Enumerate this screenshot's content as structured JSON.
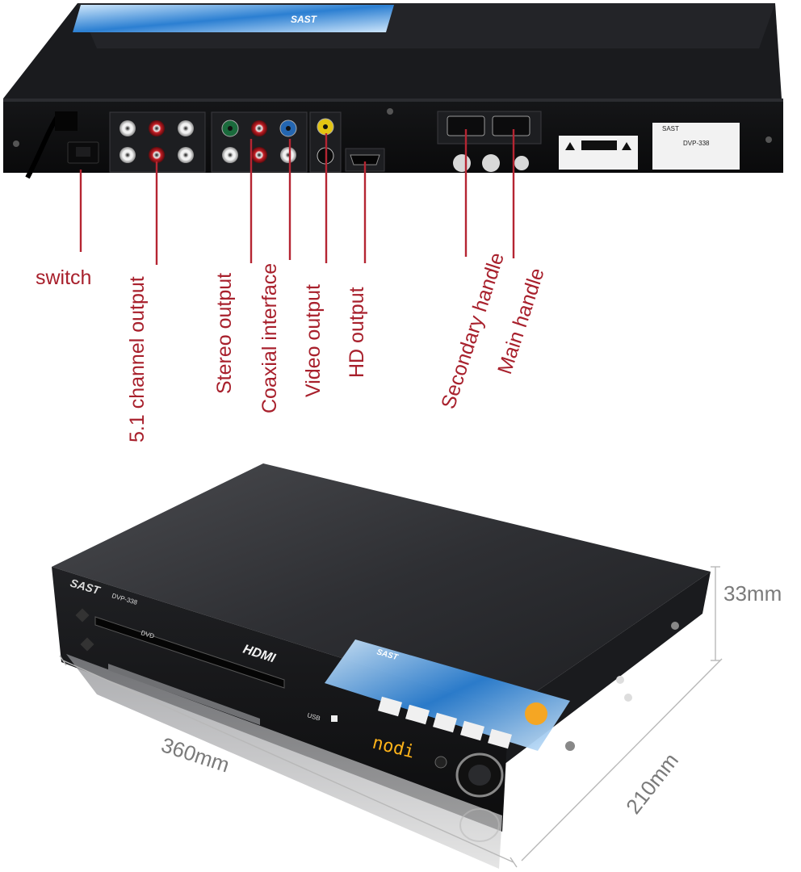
{
  "labels": {
    "switch": "switch",
    "channel_51": "5.1 channel output",
    "stereo": "Stereo output",
    "coaxial": "Coaxial interface",
    "video": "Video output",
    "hd": "HD output",
    "secondary": "Secondary handle",
    "main": "Main handle"
  },
  "dimensions": {
    "height": "33mm",
    "width": "360mm",
    "depth": "210mm"
  },
  "device": {
    "brand": "SAST",
    "model": "DVP-338",
    "front_hdmi": "HDMI",
    "front_dvd": "DVD",
    "display": "nodi",
    "front_usb": "USB"
  },
  "colors": {
    "callout": "#a8202c",
    "dimension": "#7a7a7a",
    "panel": "#121315",
    "body": "#2c2d30"
  }
}
